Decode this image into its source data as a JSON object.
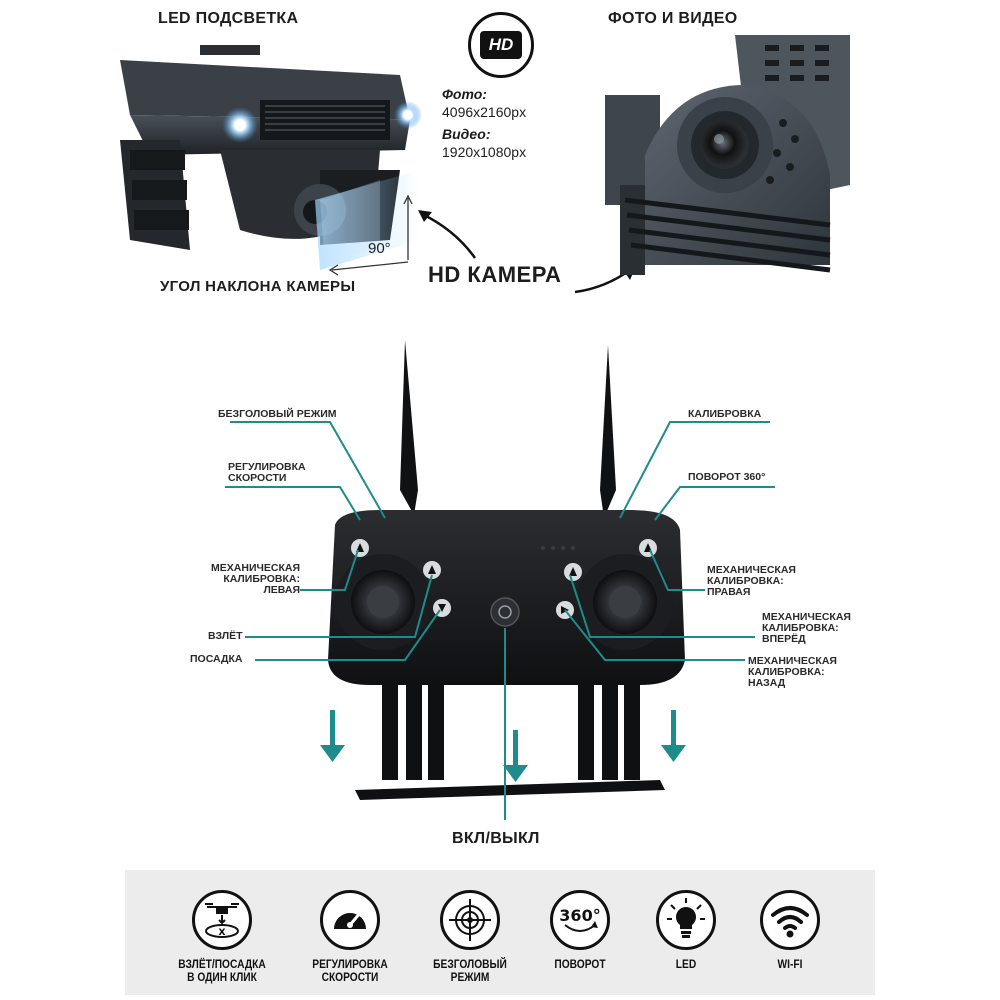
{
  "top": {
    "led_caption": "LED ПОДСВЕТКА",
    "hd_badge": "HD",
    "photo_video_caption": "ФОТО И ВИДЕО",
    "photo_label": "Фото:",
    "photo_res": "4096x2160px",
    "video_label": "Видео:",
    "video_res": "1920x1080px",
    "angle": "90°",
    "tilt_caption": "УГОЛ НАКЛОНА КАМЕРЫ",
    "hd_camera": "HD КАМЕРА"
  },
  "remote": {
    "labels_left": {
      "headless": "БЕЗГОЛОВЫЙ РЕЖИМ",
      "speed_l1": "РЕГУЛИРОВКА",
      "speed_l2": "СКОРОСТИ",
      "mech_left_l1": "МЕХАНИЧЕСКАЯ",
      "mech_left_l2": "КАЛИБРОВКА:",
      "mech_left_l3": "ЛЕВАЯ",
      "takeoff": "ВЗЛЁТ",
      "landing": "ПОСАДКА"
    },
    "labels_right": {
      "calibration": "КАЛИБРОВКА",
      "rotate": "ПОВОРОТ 360°",
      "mech_right_l1": "МЕХАНИЧЕСКАЯ",
      "mech_right_l2": "КАЛИБРОВКА:",
      "mech_right_l3": "ПРАВАЯ",
      "mech_fwd_l1": "МЕХАНИЧЕСКАЯ",
      "mech_fwd_l2": "КАЛИБРОВКА:",
      "mech_fwd_l3": "ВПЕРЁД",
      "mech_back_l1": "МЕХАНИЧЕСКАЯ",
      "mech_back_l2": "КАЛИБРОВКА:",
      "mech_back_l3": "НАЗАД"
    },
    "power": "ВКЛ/ВЫКЛ"
  },
  "features": [
    {
      "icon": "drone-takeoff-icon",
      "l1": "ВЗЛЁТ/ПОСАДКА",
      "l2": "В ОДИН КЛИК"
    },
    {
      "icon": "speedometer-icon",
      "l1": "РЕГУЛИРОВКА",
      "l2": "СКОРОСТИ"
    },
    {
      "icon": "crosshair-icon",
      "l1": "БЕЗГОЛОВЫЙ",
      "l2": "РЕЖИМ"
    },
    {
      "icon": "rotate-360-icon",
      "l1": "ПОВОРОТ",
      "l2": ""
    },
    {
      "icon": "bulb-icon",
      "l1": "LED",
      "l2": ""
    },
    {
      "icon": "wifi-icon",
      "l1": "WI-FI",
      "l2": ""
    }
  ],
  "colors": {
    "accent": "#1e8c8c",
    "dark": "#1a1a1a",
    "bar": "#ececec"
  }
}
